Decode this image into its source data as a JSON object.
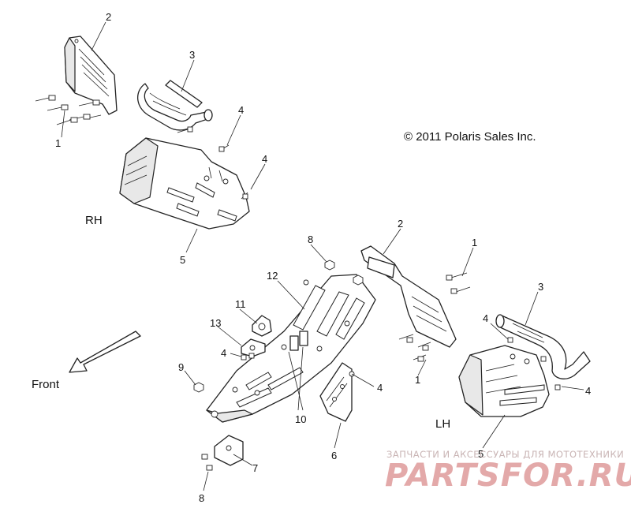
{
  "copyright": "© 2011 Polaris Sales Inc.",
  "labels": {
    "rh": "RH",
    "lh": "LH",
    "front": "Front"
  },
  "callouts": [
    "2",
    "3",
    "1",
    "4",
    "4",
    "5",
    "8",
    "12",
    "11",
    "13",
    "4",
    "9",
    "10",
    "7",
    "8",
    "2",
    "1",
    "3",
    "4",
    "1",
    "4",
    "6",
    "5",
    "4"
  ],
  "watermark": {
    "line1": "ЗАПЧАСТИ И АКСЕССУАРЫ ДЛЯ МОТОТЕХНИКИ",
    "line2": "PARTSFOR.RU"
  },
  "colors": {
    "line": "#222222",
    "watermark": "#e3a9a9"
  }
}
